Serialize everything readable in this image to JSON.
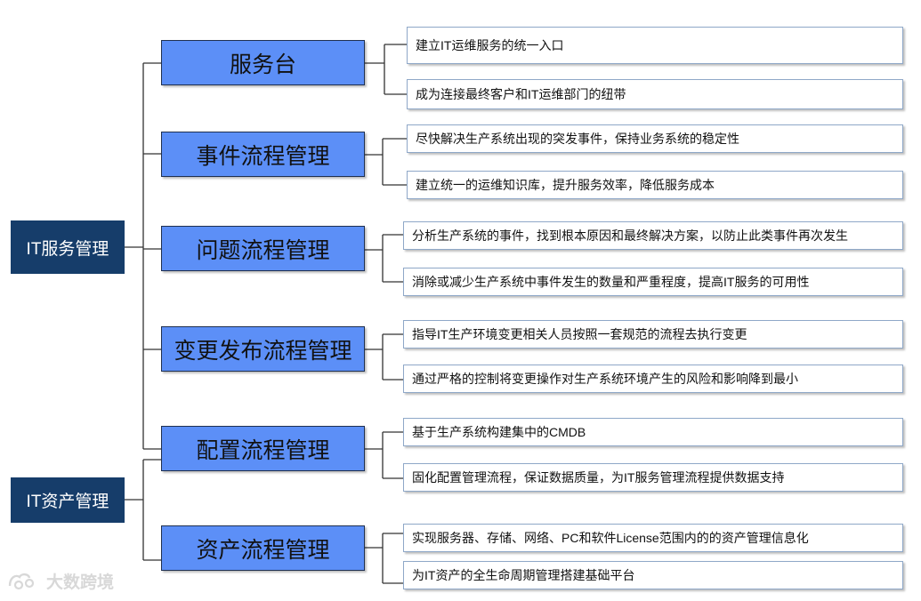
{
  "roots": [
    {
      "label": "IT服务管理"
    },
    {
      "label": "IT资产管理"
    }
  ],
  "processes": [
    {
      "label": "服务台",
      "items": [
        "建立IT运维服务的统一入口",
        "成为连接最终客户和IT运维部门的纽带"
      ]
    },
    {
      "label": "事件流程管理",
      "items": [
        "尽快解决生产系统出现的突发事件，保持业务系统的稳定性",
        "建立统一的运维知识库，提升服务效率，降低服务成本"
      ]
    },
    {
      "label": "问题流程管理",
      "items": [
        "分析生产系统的事件，找到根本原因和最终解决方案，以防止此类事件再次发生",
        "消除或减少生产系统中事件发生的数量和严重程度，提高IT服务的可用性"
      ]
    },
    {
      "label": "变更发布流程管理",
      "items": [
        "指导IT生产环境变更相关人员按照一套规范的流程去执行变更",
        "通过严格的控制将变更操作对生产系统环境产生的风险和影响降到最小"
      ]
    },
    {
      "label": "配置流程管理",
      "items": [
        "基于生产系统构建集中的CMDB",
        "固化配置管理流程，保证数据质量，为IT服务管理流程提供数据支持"
      ]
    },
    {
      "label": "资产流程管理",
      "items": [
        "实现服务器、存储、网络、PC和软件License范围内的的资产管理信息化",
        "为IT资产的全生命周期管理搭建基础平台"
      ]
    }
  ],
  "watermark": {
    "label": "大数跨境",
    "icon": "watermark-logo-icon"
  },
  "colors": {
    "root": "#163d6a",
    "process": "#5c8ff7",
    "line": "#333333"
  }
}
